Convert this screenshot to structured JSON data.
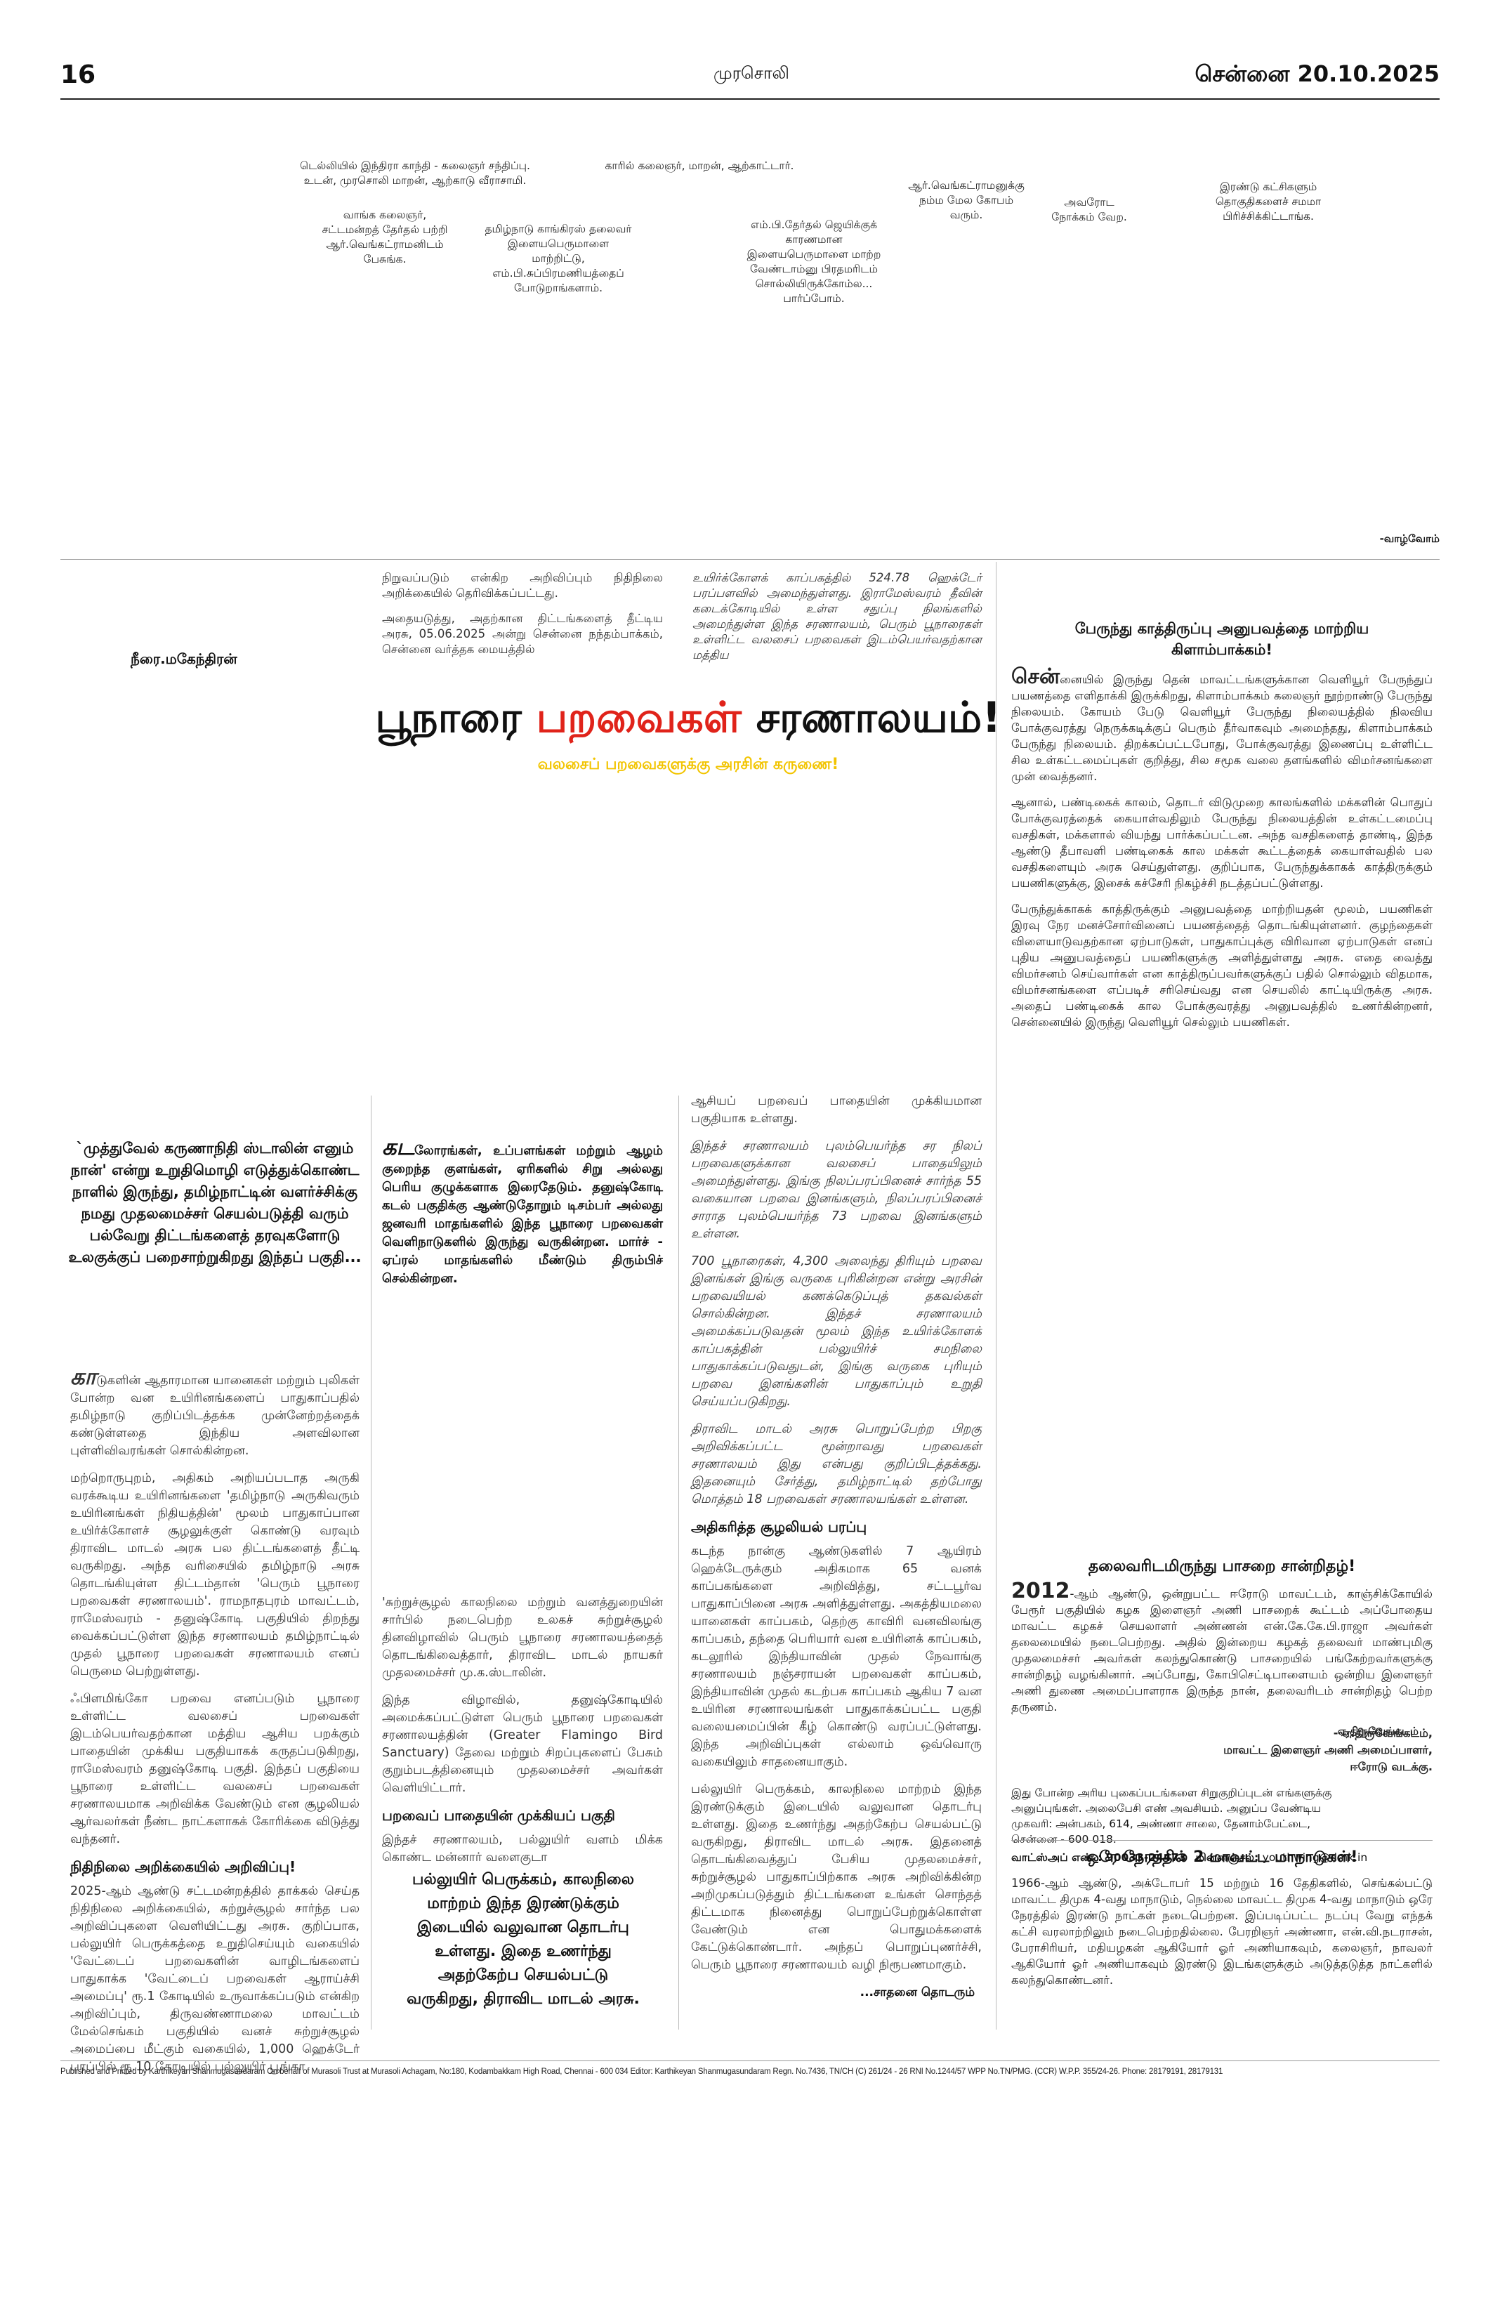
{
  "header": {
    "page_number": "16",
    "paper_name": "முரசொலி",
    "date_line": "சென்னை 20.10.2025"
  },
  "cartoon": {
    "captions": [
      "டெல்லியில் இந்திரா காந்தி - கலைஞர் சந்திப்பு. உடன், முரசொலி மாறன், ஆற்காடு வீராசாமி.",
      "காரில் கலைஞர், மாறன், ஆற்காட்டார்.",
      "வாங்க கலைஞர், சட்டமன்றத் தேர்தல் பற்றி ஆர்.வெங்கட்ராமனிடம் பேசுங்க.",
      "தமிழ்நாடு காங்கிரஸ் தலைவர் இளையபெருமாளை மாற்றிட்டு, எம்.பி.சுப்பிரமணியத்தைப் போடுறாங்களாம்.",
      "எம்.பி.தேர்தல் ஜெயிக்குக் காரணமான இளையபெருமாளை மாற்ற வேண்டாம்னு பிரதமரிடம் சொல்லியிருக்கோம்ல... பார்ப்போம்.",
      "ஆர்.வெங்கட்ராமனுக்கு நம்ம மேல கோபம் வரும்.",
      "அவரோட நோக்கம் வேற.",
      "இரண்டு கட்சிகளும் தொகுதிகளைச் சமமா பிரிச்சிக்கிட்டாங்க."
    ],
    "credit": "-வாழ்வோம்"
  },
  "article": {
    "byline": "நீரை.மகேந்திரன்",
    "title_part1": "பூநாரை",
    "title_part2": "பறவைகள்",
    "title_part3": "சரணாலயம்!",
    "subtitle": "வலசைப் பறவைகளுக்கு அரசின் கருணை!",
    "col2_top": [
      "நிறுவப்படும் என்கிற அறிவிப்பும் நிதிநிலை அறிக்கையில் தெரிவிக்கப்பட்டது.",
      "அதையடுத்து, அதற்கான திட்டங்களைத் தீட்டிய அரசு, 05.06.2025 அன்று சென்னை நந்தம்பாக்கம், சென்னை வர்த்தக மையத்தில்"
    ],
    "col3_top": [
      "உயிர்க்கோளக் காப்பகத்தில் 524.78 ஹெக்டேர் பரப்பளவில் அமைந்துள்ளது. இராமேஸ்வரம் தீவின் கடைக்கோடியில் உள்ள சதுப்பு நிலங்களில் அமைந்துள்ள இந்த சரணாலயம், பெரும் பூநாரைகள் உள்ளிட்ட வலசைப் பறவைகள் இடம்பெயர்வதற்கான மத்திய"
    ],
    "pullquote": "`முத்துவேல் கருணாநிதி ஸ்டாலின் எனும் நான்' என்று உறுதிமொழி எடுத்துக்கொண்ட நாளில் இருந்து, தமிழ்நாட்டின் வளர்ச்சிக்கு நமது முதலமைச்சர் செயல்படுத்தி வரும் பல்வேறு திட்டங்களைத் தரவுகளோடு உலகுக்குப் பறைசாற்றுகிறது இந்தப் பகுதி...",
    "col1_dropcap": "கா",
    "col1_p1_rest": "டுகளின் ஆதாரமான யானைகள் மற்றும் புலிகள் போன்ற வன உயிரினங்களைப் பாதுகாப்பதில் தமிழ்நாடு குறிப்பிடத்தக்க முன்னேற்றத்தைக் கண்டுள்ளதை இந்திய அளவிலான புள்ளிவிவரங்கள் சொல்கின்றன.",
    "col1_body": [
      "மற்றொருபுறம், அதிகம் அறியப்படாத அருகி வரக்கூடிய உயிரினங்களை 'தமிழ்நாடு அருகிவரும் உயிரினங்கள் நிதியத்தின்' மூலம் பாதுகாப்பான உயிர்க்கோளச் சூழலுக்குள் கொண்டு வரவும் திராவிட மாடல் அரசு பல திட்டங்களைத் தீட்டி வருகிறது. அந்த வரிசையில் தமிழ்நாடு அரசு தொடங்கியுள்ள திட்டம்தான் 'பெரும் பூநாரை பறவைகள் சரணாலயம்'. ராமநாதபுரம் மாவட்டம், ராமேஸ்வரம் - தனுஷ்கோடி பகுதியில் திறந்து வைக்கப்பட்டுள்ள இந்த சரணாலயம் தமிழ்நாட்டில் முதல் பூநாரை பறவைகள் சரணாலயம் எனப் பெருமை பெற்றுள்ளது.",
      "ஃபிளமிங்கோ பறவை எனப்படும் பூநாரை உள்ளிட்ட வலசைப் பறவைகள் இடம்பெயர்வதற்கான மத்திய ஆசிய பறக்கும் பாதையின் முக்கிய பகுதியாகக் கருதப்படுகிறது, ராமேஸ்வரம் தனுஷ்கோடி பகுதி. இந்தப் பகுதியை பூநாரை உள்ளிட்ட வலசைப் பறவைகள் சரணாலயமாக அறிவிக்க வேண்டும் என சூழலியல் ஆர்வலர்கள் நீண்ட நாட்களாகக் கோரிக்கை விடுத்து வந்தனர்."
    ],
    "col1_subhead": "நிதிநிலை அறிக்கையில் அறிவிப்பு!",
    "col1_body2": [
      "2025-ஆம் ஆண்டு சட்டமன்றத்தில் தாக்கல் செய்த நிதிநிலை அறிக்கையில், சுற்றுச்சூழல் சார்ந்த பல அறிவிப்புகளை வெளியிட்டது அரசு. குறிப்பாக, பல்லுயிர் பெருக்கத்தை உறுதிசெய்யும் வகையில் 'வேட்டைப் பறவைகளின் வாழிடங்களைப் பாதுகாக்க 'வேட்டைப் பறவைகள் ஆராய்ச்சி அமைப்பு' ரூ.1 கோடியில் உருவாக்கப்படும் என்கிற அறிவிப்பும், திருவண்ணாமலை மாவட்டம் மேல்செங்கம் பகுதியில் வனச் சுற்றுச்சூழல் அமைப்பை மீட்கும் வகையில், 1,000 ஹெக்டேர் பரப்பில் ரூ.10 கோடியில் பல்லுயிர் பூங்கா"
    ],
    "col2_dropcap": "கட",
    "col2_p1_rest": "லோரங்கள், உப்பளங்கள் மற்றும் ஆழம் குறைந்த குளங்கள், ஏரிகளில் சிறு அல்லது பெரிய குழுக்களாக இரைதேடும். தனுஷ்கோடி கடல் பகுதிக்கு ஆண்டுதோறும் டிசம்பர் அல்லது ஜனவரி மாதங்களில் இந்த பூநாரை பறவைகள் வெளிநாடுகளில் இருந்து வருகின்றன. மார்ச் - ஏப்ரல் மாதங்களில் மீண்டும் திரும்பிச் செல்கின்றன.",
    "col2_body": [
      "'சுற்றுச்சூழல் காலநிலை மற்றும் வனத்துறையின் சார்பில் நடைபெற்ற உலகச் சுற்றுச்சூழல் தினவிழாவில் பெரும் பூநாரை சரணாலயத்தைத் தொடங்கிவைத்தார், திராவிட மாடல் நாயகர் முதலமைச்சர் மு.க.ஸ்டாலின்.",
      "இந்த விழாவில், தனுஷ்கோடியில் அமைக்கப்பட்டுள்ள பெரும் பூநாரை பறவைகள் சரணாலயத்தின் (Greater Flamingo Bird Sanctuary) தேவை மற்றும் சிறப்புகளைப் பேசும் குறும்படத்தினையும் முதலமைச்சர் அவர்கள் வெளியிட்டார்."
    ],
    "col2_subhead": "பறவைப் பாதையின் முக்கியப் பகுதி",
    "col2_body2": [
      "இந்தச் சரணாலயம், பல்லுயிர் வளம் மிக்க கொண்ட மன்னார் வளைகுடா"
    ],
    "callout": "பல்லுயிர் பெருக்கம், காலநிலை மாற்றம் இந்த இரண்டுக்கும் இடையில் வலுவான தொடர்பு உள்ளது. இதை உணர்ந்து அதற்கேற்ப செயல்பட்டு வருகிறது, திராவிட மாடல் அரசு.",
    "col3_body": [
      "ஆசியப் பறவைப் பாதையின் முக்கியமான பகுதியாக உள்ளது.",
      "இந்தச் சரணாலயம் புலம்பெயர்ந்த சர நிலப் பறவைகளுக்கான வலசைப் பாதையிலும் அமைந்துள்ளது. இங்கு நிலப்பரப்பினைச் சார்ந்த 55 வகையான பறவை இனங்களும், நிலப்பரப்பினைச் சாராத புலம்பெயர்ந்த 73 பறவை இனங்களும் உள்ளன.",
      "700 பூநாரைகள், 4,300 அலைந்து திரியும் பறவை இனங்கள் இங்கு வருகை புரிகின்றன என்று அரசின் பறவையியல் கணக்கெடுப்புத் தகவல்கள் சொல்கின்றன. இந்தச் சரணாலயம் அமைக்கப்படுவதன் மூலம் இந்த உயிர்க்கோளக் காப்பகத்தின் பல்லுயிர்ச் சமநிலை பாதுகாக்கப்படுவதுடன், இங்கு வருகை புரியும் பறவை இனங்களின் பாதுகாப்பும் உறுதி செய்யப்படுகிறது.",
      "திராவிட மாடல் அரசு பொறுப்பேற்ற பிறகு அறிவிக்கப்பட்ட மூன்றாவது பறவைகள் சரணாலயம் இது என்பது குறிப்பிடத்தக்கது. இதனையும் சேர்த்து, தமிழ்நாட்டில் தற்போது மொத்தம் 18 பறவைகள் சரணாலயங்கள் உள்ளன."
    ],
    "col3_subhead": "அதிகரித்த சூழலியல் பரப்பு",
    "col3_body2": [
      "கடந்த நான்கு ஆண்டுகளில் 7 ஆயிரம் ஹெக்டேருக்கும் அதிகமாக 65 வனக் காப்பகங்களை அறிவித்து, சட்டபூர்வ பாதுகாப்பினை அரசு அளித்துள்ளது. அகத்தியமலை யானைகள் காப்பகம், தெற்கு காவிரி வனவிலங்கு காப்பகம், தந்தை பெரியார் வன உயிரினக் காப்பகம், கடலூரில் இந்தியாவின் முதல் நேவாங்கு சரணாலயம் நஞ்சராயன் பறவைகள் காப்பகம், இந்தியாவின் முதல் கடற்பசு காப்பகம் ஆகிய 7 வன உயிரின சரணாலயங்கள் பாதுகாக்கப்பட்ட பகுதி வலையமைப்பின் கீழ் கொண்டு வரப்பட்டுள்ளது. இந்த அறிவிப்புகள் எல்லாம் ஒவ்வொரு வகையிலும் சாதனையாகும்.",
      "பல்லுயிர் பெருக்கம், காலநிலை மாற்றம் இந்த இரண்டுக்கும் இடையில் வலுவான தொடர்பு உள்ளது. இதை உணர்ந்து அதற்கேற்ப செயல்பட்டு வருகிறது, திராவிட மாடல் அரசு. இதனைத் தொடங்கிவைத்துப் பேசிய முதலமைச்சர், சுற்றுச்சூழல் பாதுகாப்பிற்காக அரசு அறிவிக்கின்ற அறிமுகப்படுத்தும் திட்டங்களை உங்கள் சொந்தத் திட்டமாக நினைத்து பொறுப்பேற்றுக்கொள்ள வேண்டும் என பொதுமக்களைக் கேட்டுக்கொண்டார். அந்தப் பொறுப்புணர்ச்சி, பெரும் பூநாரை சரணாலயம் வழி நிரூபணமாகும்."
    ],
    "continued": "...சாதனை தொடரும்"
  },
  "sidebar1": {
    "title": "பேருந்து காத்திருப்பு அனுபவத்தை மாற்றிய கிளாம்பாக்கம்!",
    "dropcap": "சென்",
    "intro_rest": "னையில் இருந்து தென் மாவட்டங்களுக்கான வெளியூர் பேருந்துப் பயணத்தை எளிதாக்கி இருக்கிறது, கிளாம்பாக்கம் கலைஞர் நூற்றாண்டு பேருந்து நிலையம். கோயம் பேடு வெளியூர் பேருந்து நிலையத்தில் நிலவிய போக்குவரத்து நெருக்கடிக்குப் பெரும் தீர்வாகவும் அமைந்தது, கிளாம்பாக்கம் பேருந்து நிலையம். திறக்கப்பட்டபோது, போக்குவரத்து இணைப்பு உள்ளிட்ட சில உள்கட்டமைப்புகள் குறித்து, சில சமூக வலை தளங்களில் விமர்சனங்களை முன் வைத்தனர்.",
    "body": [
      "ஆனால், பண்டிகைக் காலம், தொடர் விடுமுறை காலங்களில் மக்களின் பொதுப் போக்குவரத்தைக் கையாள்வதிலும் பேருந்து நிலையத்தின் உள்கட்டமைப்பு வசதிகள், மக்களால் வியந்து பார்க்கப்பட்டன. அந்த வசதிகளைத் தாண்டி, இந்த ஆண்டு தீபாவளி பண்டிகைக் கால மக்கள் கூட்டத்தைக் கையாள்வதில் பல வசதிகளையும் அரசு செய்துள்ளது. குறிப்பாக, பேருந்துக்காகக் காத்திருக்கும் பயணிகளுக்கு, இசைக் கச்சேரி நிகழ்ச்சி நடத்தப்பட்டுள்ளது.",
      "பேருந்துக்காகக் காத்திருக்கும் அனுபவத்தை மாற்றியதன் மூலம், பயணிகள் இரவு நேர மனச்சோர்வினைப் பயணத்தைத் தொடங்கியுள்ளனர். குழந்தைகள் விளையாடுவதற்கான ஏற்பாடுகள், பாதுகாப்புக்கு விரிவான ஏற்பாடுகள் எனப் புதிய அனுபவத்தைப் பயணிகளுக்கு அளித்துள்ளது அரசு. எதை வைத்து விமர்சனம் செய்வார்கள் என காத்திருப்பவர்களுக்குப் பதில் சொல்லும் விதமாக, விமர்சனங்களை எப்படிச் சரிசெய்வது என செயலில் காட்டியிருக்கு அரசு. அதைப் பண்டிகைக் கால போக்குவரத்து அனுபவத்தில் உணர்கின்றனர், சென்னையில் இருந்து வெளியூர் செல்லும் பயணிகள்."
    ]
  },
  "sidebar2": {
    "title": "தலைவரிடமிருந்து பாசறை சான்றிதழ்!",
    "lead_num": "2012",
    "lead_rest": "-ஆம் ஆண்டு, ஒன்றுபட்ட ஈரோடு மாவட்டம், காஞ்சிக்கோயில் பேரூர் பகுதியில் கழக இளைஞர் அணி பாசறைக் கூட்டம் அப்போதைய மாவட்ட கழகச் செயலாளர் அண்ணன் என்.கே.கே.பி.ராஜா அவர்கள் தலைமையில் நடைபெற்றது. அதில் இன்றைய கழகத் தலைவர் மாண்புமிகு முதலமைச்சர் அவர்கள் கலந்துகொண்டு பாசறையில் பங்கேற்றவர்களுக்கு சான்றிதழ் வழங்கினார். அப்போது, கோபிசெட்டிபாளையம் ஒன்றிய இளைஞர் அணி துணை அமைப்பாளராக இருந்த நான், தலைவரிடம் சான்றிதழ் பெற்ற தருணம்.",
    "photo_label": "ஏ.திருவேங்கடம்",
    "signoff_name": "- ஏ.திருவேங்கடம்,",
    "signoff_role": "மாவட்ட இளைஞர் அணி அமைப்பாளர்,",
    "signoff_place": "ஈரோடு வடக்கு.",
    "submit_note": "இது போன்ற அரிய புகைப்படங்களை சிறுகுறிப்புடன் எங்களுக்கு அனுப்புங்கள். அலைபேசி எண் அவசியம். அனுப்ப வேண்டிய முகவரி: அன்பகம், 614, அண்ணா சாலை, தேனாம்பேட்டை, சென்னை - 600 018.",
    "whatsapp_label": "வாட்ஸ்அப் எண் :",
    "whatsapp_number": "90033-24473",
    "email_label": "மின்னஞ்சல்:",
    "email": "youthwing@dmk.in"
  },
  "sidebar3": {
    "title": "ஒரே நேரத்தில் 2 மாவட்ட மாநாடுகள்!",
    "body": "1966-ஆம் ஆண்டு, அக்டோபர் 15 மற்றும் 16 தேதிகளில், செங்கல்பட்டு மாவட்ட திமுக 4-வது மாநாடும், நெல்லை மாவட்ட திமுக 4-வது மாநாடும் ஒரே நேரத்தில் இரண்டு நாட்கள் நடைபெற்றன. இப்படிப்பட்ட நடப்பு வேறு எந்தக் கட்சி வரலாற்றிலும் நடைபெற்றதில்லை. பேரறிஞர் அண்ணா, என்.வி.நடராசன், பேராசிரியர், மதியழகன் ஆகியோர் ஓர் அணியாகவும், கலைஞர், நாவலர் ஆகியோர் ஓர் அணியாகவும் இரண்டு இடங்களுக்கும் அடுத்தடுத்த நாட்களில் கலந்துகொண்டனர்."
  },
  "footer": {
    "imprint": "Published and Printed by Karthikeyan Shanmugasundaram On behalf of Murasoli Trust at Murasoli Achagam, No:180, Kodambakkam High Road, Chennai - 600 034 Editor: Karthikeyan Shanmugasundaram Regn. No.7436, TN/CH (C) 261/24 - 26 RNI No.1244/57 WPP No.TN/PMG. (CCR) W.P.P. 355/24-26. Phone: 28179191, 28179131"
  },
  "colors": {
    "title_red": "#e0231a",
    "title_black": "#111111",
    "subtitle_yellow": "#f2c400"
  }
}
